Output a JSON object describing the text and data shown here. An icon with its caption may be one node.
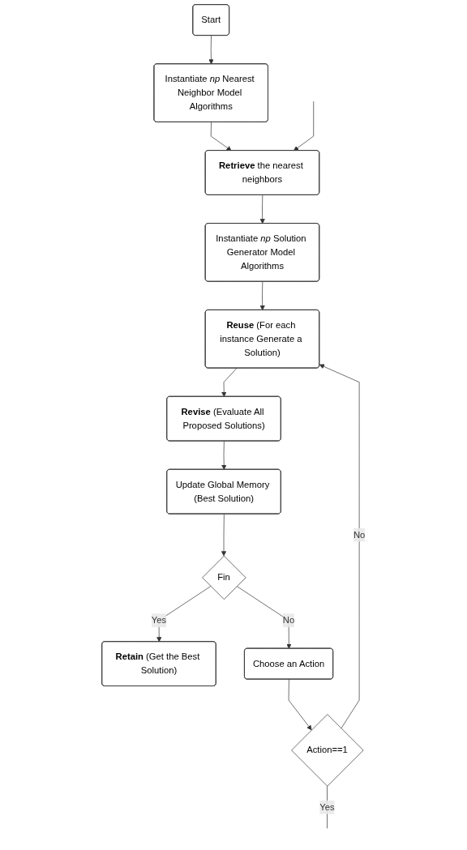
{
  "diagram": {
    "nodes": [
      {
        "text": [
          "Start"
        ]
      },
      {
        "text": [
          "Instantiate *np* Nearest Neighbor Model Algorithms"
        ]
      },
      {
        "text": [
          "**Retrieve** the nearest neighbors"
        ]
      },
      {
        "text": [
          "Instantiate *np* Solution Generator Model Algorithms"
        ]
      },
      {
        "text": [
          "**Reuse** (For each instance Generate a Solution)"
        ]
      },
      {
        "text": [
          "**Revise** (Evaluate All Proposed Solutions)"
        ]
      },
      {
        "text": [
          "Update Global Memory (Best Solution)"
        ]
      },
      {
        "text": [
          "**Retain** (Get the Best Solution)"
        ]
      },
      {
        "text": [
          "Fin"
        ]
      },
      {
        "text": [
          "Choose an Action"
        ]
      },
      {
        "text": [
          "Action==1"
        ]
      }
    ],
    "edges": [
      {
        "from": 0,
        "to": 1,
        "arrow": "to"
      },
      {
        "from": 1,
        "to": 2,
        "arrow": "to"
      },
      {
        "from": 2,
        "to": 3,
        "arrow": "to"
      },
      {
        "from": 3,
        "to": 4,
        "arrow": "to"
      },
      {
        "from": 4,
        "to": 5,
        "arrow": "to"
      },
      {
        "from": 5,
        "to": 6,
        "arrow": "to"
      },
      {
        "from": 6,
        "to": 8,
        "arrow": "to"
      },
      {
        "from": 8,
        "to": 7,
        "label": "Yes",
        "arrow": "to"
      },
      {
        "from": 8,
        "to": 9,
        "label": "No",
        "arrow": "to"
      },
      {
        "from": 9,
        "to": 10,
        "arrow": "to"
      },
      {
        "from": 10,
        "to": 4,
        "label": "No",
        "arrow": "to"
      },
      {
        "from": 10,
        "to": null,
        "label": "Yes",
        "arrow": "none"
      },
      {
        "from": null,
        "to": 2,
        "arrow": "to"
      }
    ]
  }
}
